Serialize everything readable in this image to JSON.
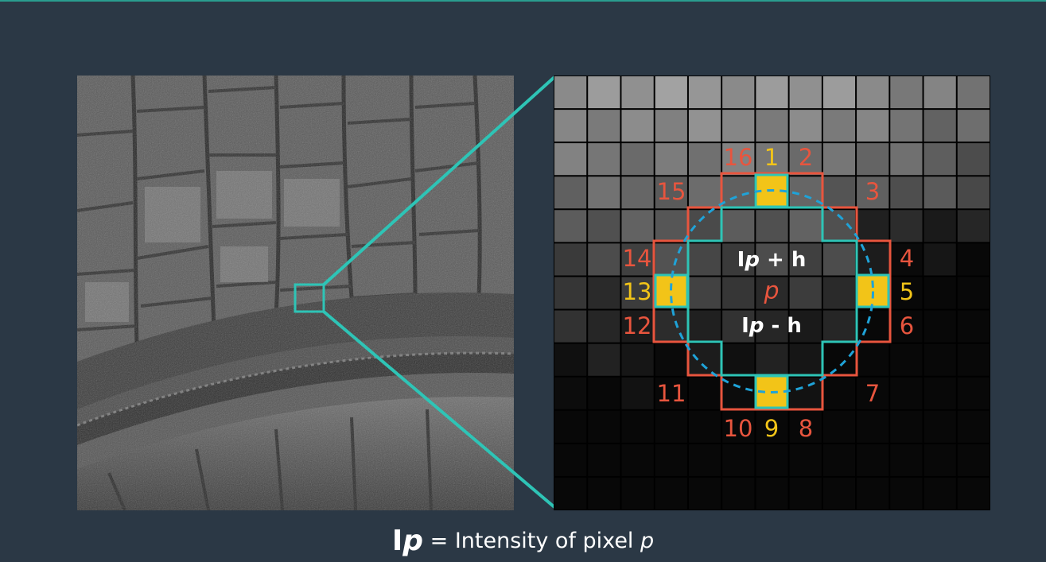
{
  "caption": {
    "symbol_i": "I",
    "symbol_p": "p",
    "text": " = Intensity of pixel ",
    "var": "p"
  },
  "circle_labels": {
    "n1": "1",
    "n2": "2",
    "n3": "3",
    "n4": "4",
    "n5": "5",
    "n6": "6",
    "n7": "7",
    "n8": "8",
    "n9": "9",
    "n10": "10",
    "n11": "11",
    "n12": "12",
    "n13": "13",
    "n14": "14",
    "n15": "15",
    "n16": "16"
  },
  "center_labels": {
    "upper_i": "I",
    "upper_p": "p",
    "upper_rest": " + h",
    "center_p": "p",
    "lower_i": "I",
    "lower_p": "p",
    "lower_rest": " - h"
  },
  "colors": {
    "background": "#2b3845",
    "accent_teal": "#2ec4b6",
    "ring_red": "#e8553e",
    "key_yellow": "#f2c418",
    "dashed_circle": "#1fa3d8"
  }
}
